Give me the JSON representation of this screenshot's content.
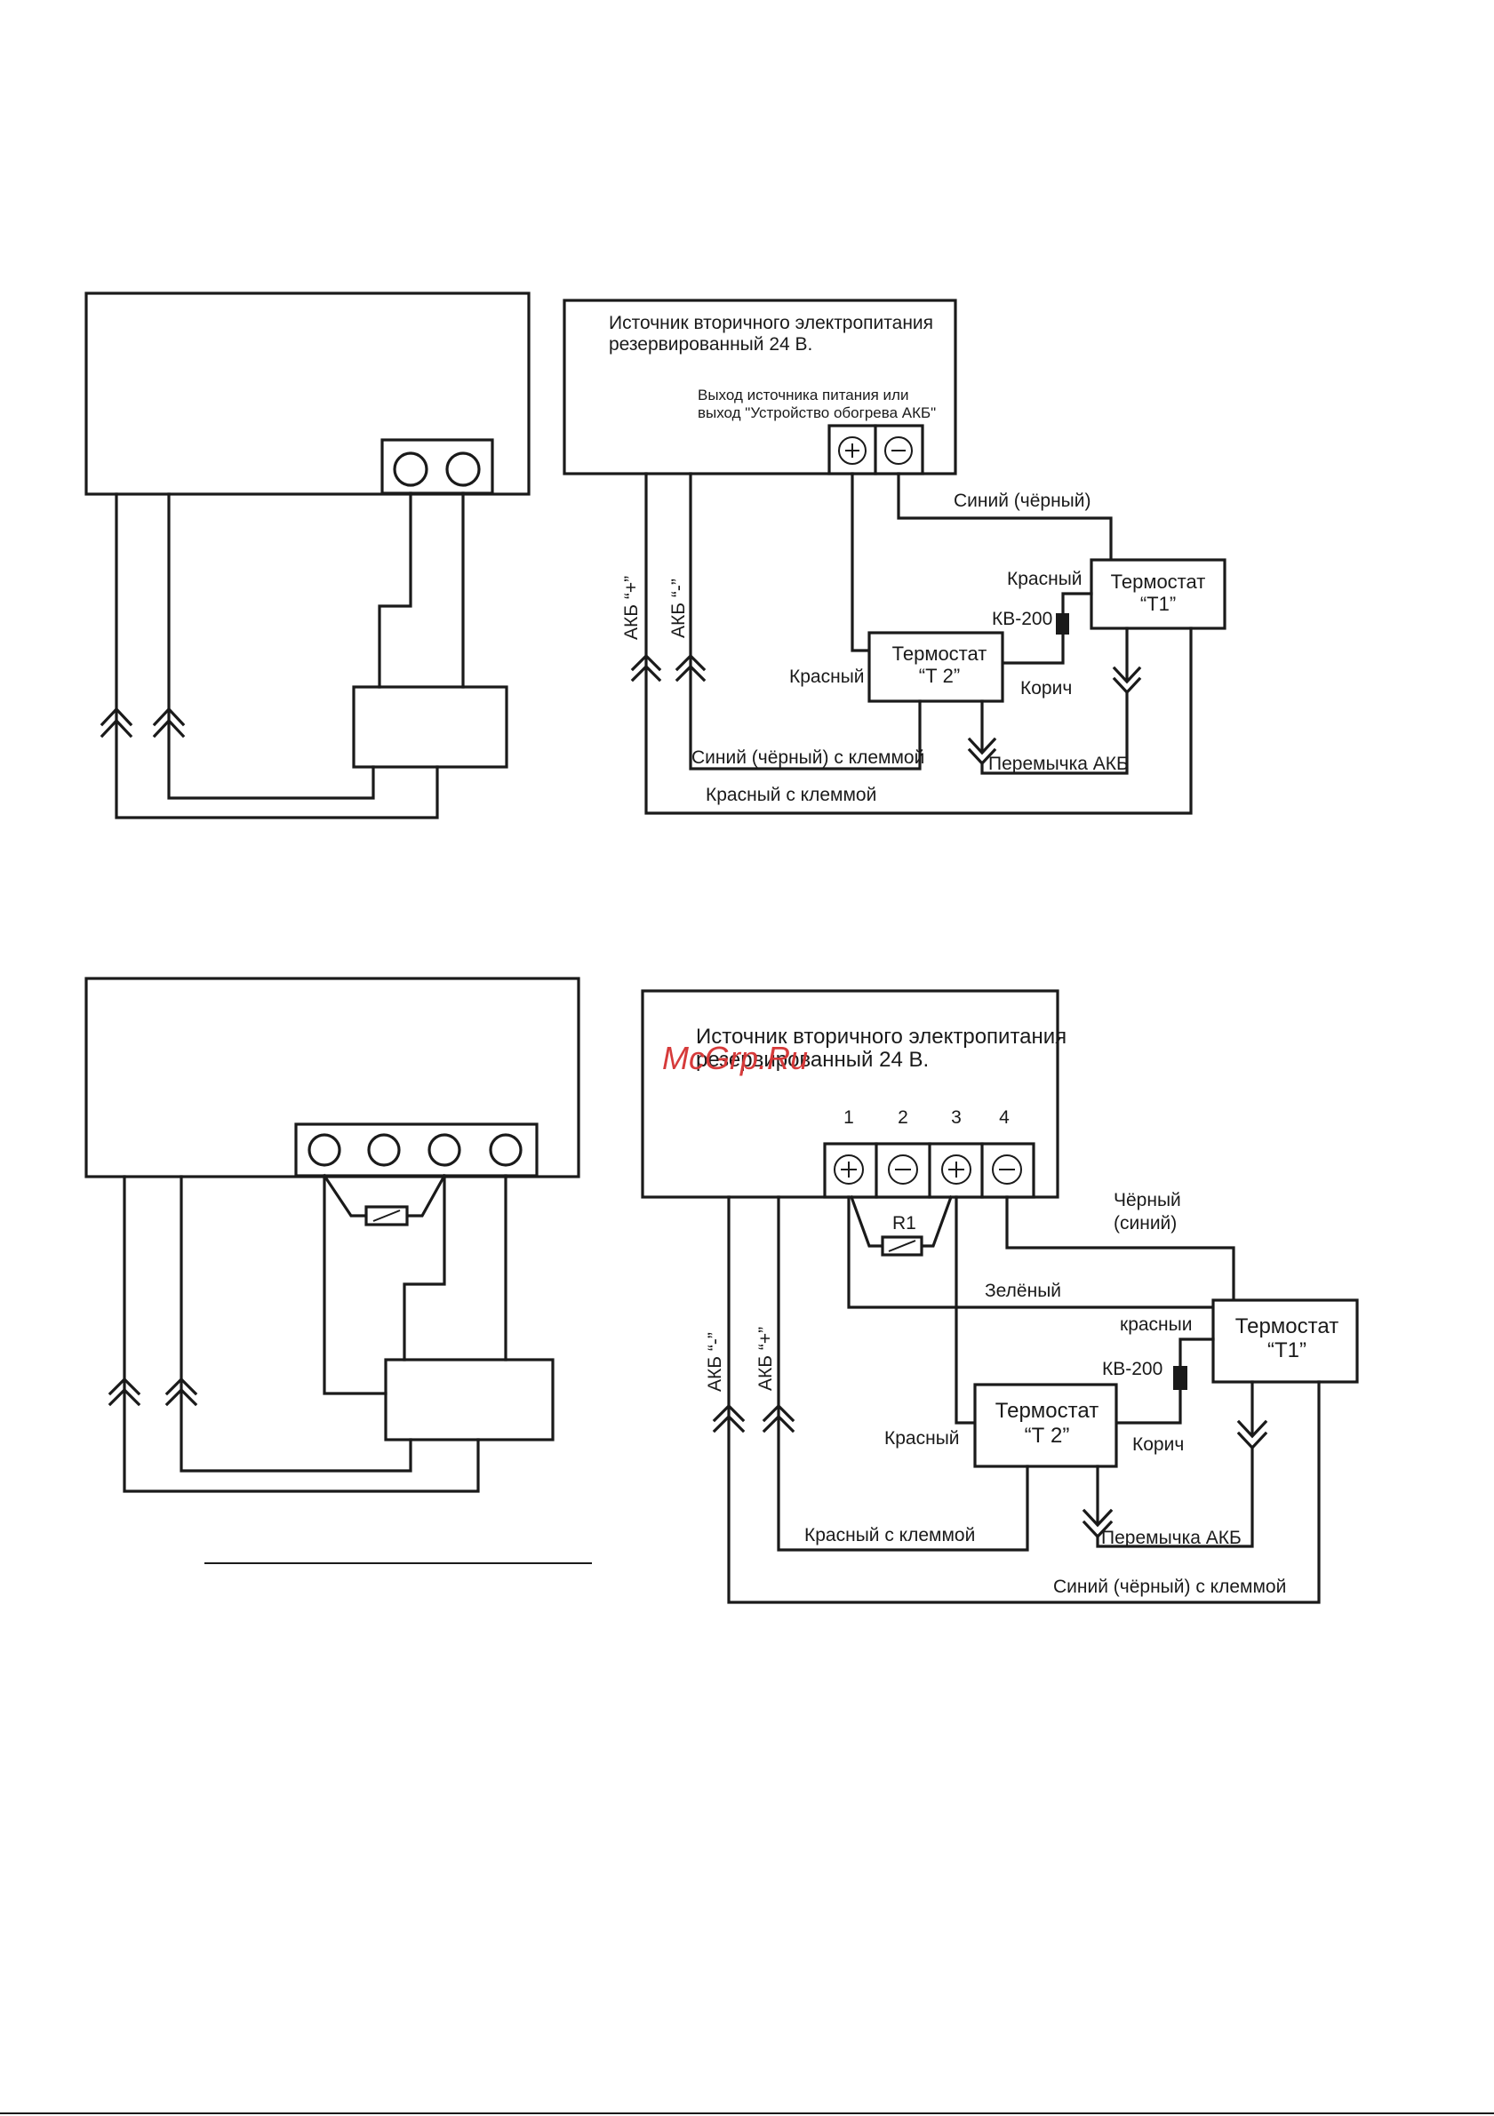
{
  "top_right": {
    "psu_title_line1": "Источник вторичного электропитания",
    "psu_title_line2": "резервированный 24 В.",
    "output_line1": "Выход источника питания или",
    "output_line2": "выход \"Устройство обогрева АКБ\"",
    "wire_blue_black": "Синий (чёрный)",
    "wire_red_t1": "Красный",
    "kv200": "КВ-200",
    "thermostat_t1_line1": "Термостат",
    "thermostat_t1_line2": "“Т1”",
    "thermostat_t2_line1": "Термостат",
    "thermostat_t2_line2": "“Т 2”",
    "wire_red_t2": "Красный",
    "wire_brown": "Корич",
    "akb_plus": "АКБ “+”",
    "akb_minus": "АКБ “-”",
    "wire_blue_clamp": "Синий (чёрный) с клеммой",
    "jumper": "Перемычка АКБ",
    "wire_red_clamp": "Красный с клеммой"
  },
  "bottom_right": {
    "psu_title_line1": "Источник вторичного электропитания",
    "psu_title_line2": "резервированный 24 В.",
    "watermark": "McGrp.Ru",
    "terminal_numbers": [
      "1",
      "2",
      "3",
      "4"
    ],
    "r1": "R1",
    "wire_black_blue_line1": "Чёрный",
    "wire_black_blue_line2": "(синий)",
    "wire_green": "Зелёный",
    "wire_red_t1": "красныи",
    "kv200": "КВ-200",
    "thermostat_t1_line1": "Термостат",
    "thermostat_t1_line2": "“Т1”",
    "thermostat_t2_line1": "Термостат",
    "thermostat_t2_line2": "“Т 2”",
    "wire_red_t2": "Красный",
    "wire_brown": "Корич",
    "akb_minus": "АКБ “-”",
    "akb_plus": "АКБ “+”",
    "wire_red_clamp": "Красный с клеммой",
    "jumper": "Перемычка АКБ",
    "wire_blue_clamp": "Синий (чёрный) с клеммой"
  }
}
